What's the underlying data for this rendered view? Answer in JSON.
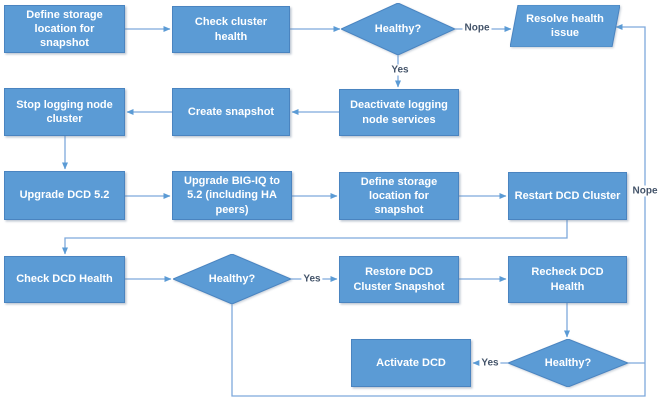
{
  "diagram": {
    "type": "flowchart",
    "colors": {
      "node_fill": "#5B9BD5",
      "node_border": "#4A84C0",
      "node_text": "#FFFFFF",
      "connector": "#7EA9DC",
      "arrowhead": "#5B9BD5",
      "edge_label_text": "#44546A",
      "background": "#FFFFFF"
    },
    "nodes": {
      "define_storage_1": {
        "type": "process",
        "label": "Define storage\nlocation for\nsnapshot"
      },
      "check_cluster_health": {
        "type": "process",
        "label": "Check cluster\nhealth"
      },
      "healthy_1": {
        "type": "decision",
        "label": "Healthy?"
      },
      "resolve_health_issue": {
        "type": "data",
        "label": "Resolve health\nissue"
      },
      "stop_logging_node_cluster": {
        "type": "process",
        "label": "Stop logging node\ncluster"
      },
      "create_snapshot": {
        "type": "process",
        "label": "Create snapshot"
      },
      "deactivate_logging_node_services": {
        "type": "process",
        "label": "Deactivate logging\nnode services"
      },
      "upgrade_dcd_52": {
        "type": "process",
        "label": "Upgrade DCD 5.2"
      },
      "upgrade_bigiq_52": {
        "type": "process",
        "label": "Upgrade BIG-IQ to\n5.2 (including HA\npeers)"
      },
      "define_storage_2": {
        "type": "process",
        "label": "Define storage\nlocation for\nsnapshot"
      },
      "restart_dcd_cluster": {
        "type": "process",
        "label": "Restart DCD Cluster"
      },
      "check_dcd_health": {
        "type": "process",
        "label": "Check DCD Health"
      },
      "healthy_2": {
        "type": "decision",
        "label": "Healthy?"
      },
      "restore_dcd_cluster_snapshot": {
        "type": "process",
        "label": "Restore DCD\nCluster Snapshot"
      },
      "recheck_dcd_health": {
        "type": "process",
        "label": "Recheck DCD\nHealth"
      },
      "healthy_3": {
        "type": "decision",
        "label": "Healthy?"
      },
      "activate_dcd": {
        "type": "process",
        "label": "Activate DCD"
      }
    },
    "edges": [
      {
        "from": "define_storage_1",
        "to": "check_cluster_health",
        "label": ""
      },
      {
        "from": "check_cluster_health",
        "to": "healthy_1",
        "label": ""
      },
      {
        "from": "healthy_1",
        "to": "resolve_health_issue",
        "label": "Nope"
      },
      {
        "from": "healthy_1",
        "to": "deactivate_logging_node_services",
        "label": "Yes"
      },
      {
        "from": "deactivate_logging_node_services",
        "to": "create_snapshot",
        "label": ""
      },
      {
        "from": "create_snapshot",
        "to": "stop_logging_node_cluster",
        "label": ""
      },
      {
        "from": "stop_logging_node_cluster",
        "to": "upgrade_dcd_52",
        "label": ""
      },
      {
        "from": "upgrade_dcd_52",
        "to": "upgrade_bigiq_52",
        "label": ""
      },
      {
        "from": "upgrade_bigiq_52",
        "to": "define_storage_2",
        "label": ""
      },
      {
        "from": "define_storage_2",
        "to": "restart_dcd_cluster",
        "label": ""
      },
      {
        "from": "restart_dcd_cluster",
        "to": "check_dcd_health",
        "label": ""
      },
      {
        "from": "check_dcd_health",
        "to": "healthy_2",
        "label": ""
      },
      {
        "from": "healthy_2",
        "to": "restore_dcd_cluster_snapshot",
        "label": "Yes"
      },
      {
        "from": "restore_dcd_cluster_snapshot",
        "to": "recheck_dcd_health",
        "label": ""
      },
      {
        "from": "recheck_dcd_health",
        "to": "healthy_3",
        "label": ""
      },
      {
        "from": "healthy_3",
        "to": "activate_dcd",
        "label": "Yes"
      },
      {
        "from": "healthy_3",
        "to": "resolve_health_issue",
        "label": "Nope"
      },
      {
        "from": "healthy_2",
        "to": "resolve_health_issue",
        "label": ""
      }
    ]
  }
}
